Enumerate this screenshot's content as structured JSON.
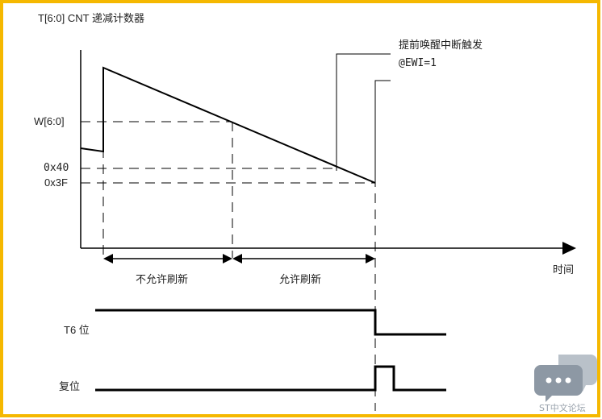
{
  "diagram": {
    "y_axis_label": "T[6:0] CNT 递减计数器",
    "x_axis_label": "时间",
    "levels": {
      "window": "W[6:0]",
      "ewi_threshold": "0x40",
      "reset_threshold": "0x3F"
    },
    "annotation": {
      "line1": "提前唤醒中断触发",
      "line2": "@EWI=1"
    },
    "intervals": {
      "no_refresh": "不允许刷新",
      "refresh": "允许刷新"
    },
    "signals": {
      "t6": "T6 位",
      "reset": "复位"
    }
  },
  "colors": {
    "frame": "#f5b800",
    "line": "#000000",
    "watermark": "#9aa3ad"
  },
  "watermark": {
    "icon": "chat-bubble-icon",
    "text": "ST中文论坛"
  }
}
